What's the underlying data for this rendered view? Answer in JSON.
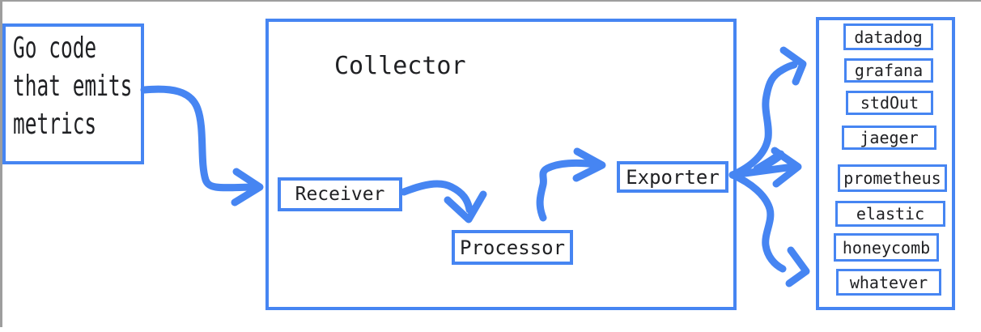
{
  "colors": {
    "accent": "#4685f2",
    "ink": "#202124",
    "frame": "#9e9e9e",
    "background": "#ffffff"
  },
  "source_note": {
    "lines": [
      "Go code",
      "that emits",
      "metrics"
    ],
    "full_text": "Go code that emits metrics"
  },
  "collector": {
    "title": "Collector",
    "stages": [
      {
        "label": "Receiver"
      },
      {
        "label": "Processor"
      },
      {
        "label": "Exporter"
      }
    ]
  },
  "destinations": {
    "items": [
      "datadog",
      "grafana",
      "stdOut",
      "jaeger",
      "prometheus",
      "elastic",
      "honeycomb",
      "whatever"
    ]
  },
  "edges": [
    "source-note to receiver",
    "receiver to processor",
    "processor to exporter",
    "exporter fan-out to top destinations",
    "exporter fan-out to middle destinations",
    "exporter fan-out to bottom destinations"
  ]
}
